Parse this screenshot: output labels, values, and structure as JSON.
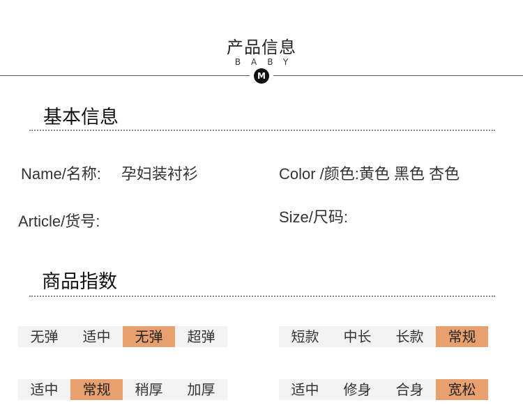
{
  "header": {
    "title": "产品信息",
    "subtitle": "BABY",
    "badge": "M"
  },
  "basic": {
    "heading": "基本信息",
    "name_label": "Name/名称:",
    "name_value": "孕妇装衬衫",
    "color_label": "Color /颜色:",
    "color_value": "黄色  黑色 杏色",
    "article_label": "Article/货号:",
    "size_label": "Size/尺码:"
  },
  "index": {
    "heading": "商品指数",
    "groups": [
      {
        "options": [
          "无弹",
          "适中",
          "无弹",
          "超弹"
        ],
        "selected": 2
      },
      {
        "options": [
          "短款",
          "中长",
          "长款",
          "常规"
        ],
        "selected": 3
      },
      {
        "options": [
          "适中",
          "常规",
          "稍厚",
          "加厚"
        ],
        "selected": 1
      },
      {
        "options": [
          "适中",
          "修身",
          "合身",
          "宽松"
        ],
        "selected": 3
      }
    ]
  },
  "colors": {
    "accent": "#e8a06e",
    "option_bg": "#f3f3f3"
  }
}
